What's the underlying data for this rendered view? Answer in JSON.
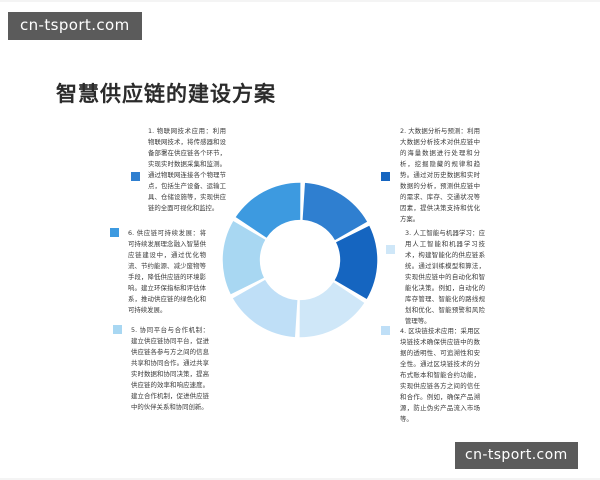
{
  "watermarks": {
    "top": "cn-tsport.com",
    "bottom": "cn-tsport.com"
  },
  "title": "智慧供应链的建设方案",
  "blocks": [
    {
      "id": "block-1",
      "index": "1",
      "text": "1. 物联网技术应用：利用物联网技术，将传感器和设备部署在供应链各个环节，实现实时数据采集和监测。通过物联网连接各个物理节点，包括生产设备、运输工具、仓储设施等，实现供应链的全面可视化和监控。",
      "marker_color": "#2f7fd0"
    },
    {
      "id": "block-2",
      "index": "2",
      "text": "2. 大数据分析与预测：利用大数据分析技术对供应链中的海量数据进行处理和分析，挖掘隐藏的规律和趋势。通过对历史数据和实时数据的分析，预测供应链中的需求、库存、交通状况等因素，提供决策支持和优化方案。",
      "marker_color": "#1565c0"
    },
    {
      "id": "block-3",
      "index": "3",
      "text": "3. 人工智能与机器学习：应用人工智能和机器学习技术，构建智能化的供应链系统。通过训练模型和算法，实现供应链中的自动化和智能化决策。例如，自动化的库存管理、智能化的路线规划和优化、智能预警和风险管理等。",
      "marker_color": "#cfe7f8"
    },
    {
      "id": "block-4",
      "index": "4",
      "text": "4. 区块链技术应用：采用区块链技术确保供应链中的数据的透明性、可追溯性和安全性。通过区块链技术的分布式账本和智能合约功能，实现供应链各方之间的信任和合作。例如，确保产品溯源，防止伪劣产品流入市场等。",
      "marker_color": "#bfdff7"
    },
    {
      "id": "block-5",
      "index": "5",
      "text": "5. 协同平台与合作机制：建立供应链协同平台，促进供应链各参与方之间的信息共享和协同合作。通过共享实时数据和协同决策，提高供应链的效率和响应速度。建立合作机制，促进供应链中的伙伴关系和协同创新。",
      "marker_color": "#a8d7f2"
    },
    {
      "id": "block-6",
      "index": "6",
      "text": "6. 供应链可持续发展：将可持续发展理念融入智慧供应链建设中，通过优化物流、节约能源、减少废物等手段，降低供应链的环境影响。建立环保指标和评估体系，推动供应链的绿色化和可持续发展。",
      "marker_color": "#3d9ae0"
    }
  ],
  "chart_data": {
    "type": "pie",
    "title": "智慧供应链的建设方案",
    "variant": "donut",
    "segments_count": 6,
    "equal_segments": true,
    "categories": [
      "物联网技术应用",
      "大数据分析与预测",
      "人工智能与机器学习",
      "区块链技术应用",
      "协同平台与合作机制",
      "供应链可持续发展"
    ],
    "values": [
      1,
      1,
      1,
      1,
      1,
      1
    ],
    "colors": [
      "#2f7fd0",
      "#1565c0",
      "#cfe7f8",
      "#bfdff7",
      "#a8d7f2",
      "#3d9ae0"
    ],
    "legend": "none",
    "grid": false,
    "inner_radius_ratio": 0.52
  },
  "colors": {
    "accent_dark": "#1565c0",
    "accent_mid": "#2f7fd0",
    "accent_light": "#cfe7f8",
    "title": "#2b2b2b",
    "body_text": "#3a3a3a",
    "watermark_bg": "#5b5b5b"
  }
}
